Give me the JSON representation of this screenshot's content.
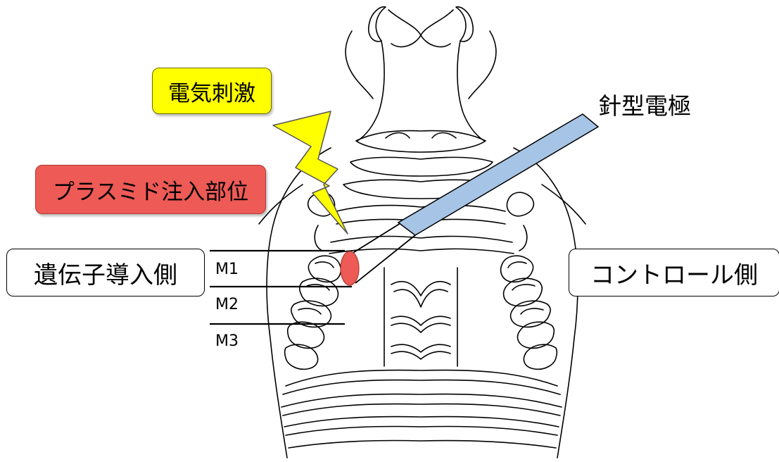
{
  "labels": {
    "electric_stimulation": "電気刺激",
    "plasmid_injection_site": "プラスミド注入部位",
    "gene_transfer_side": "遺伝子導入側",
    "control_side": "コントロール側",
    "needle_electrode": "針型電極"
  },
  "molars": [
    "M1",
    "M2",
    "M3"
  ],
  "colors": {
    "stimulation": "#ffff00",
    "injection": "#ee5a55",
    "electrode": "#a6c4e6",
    "outline": "#000000"
  },
  "icons": {
    "stimulation": "lightning-bolt",
    "electrode": "needle-electrode"
  }
}
